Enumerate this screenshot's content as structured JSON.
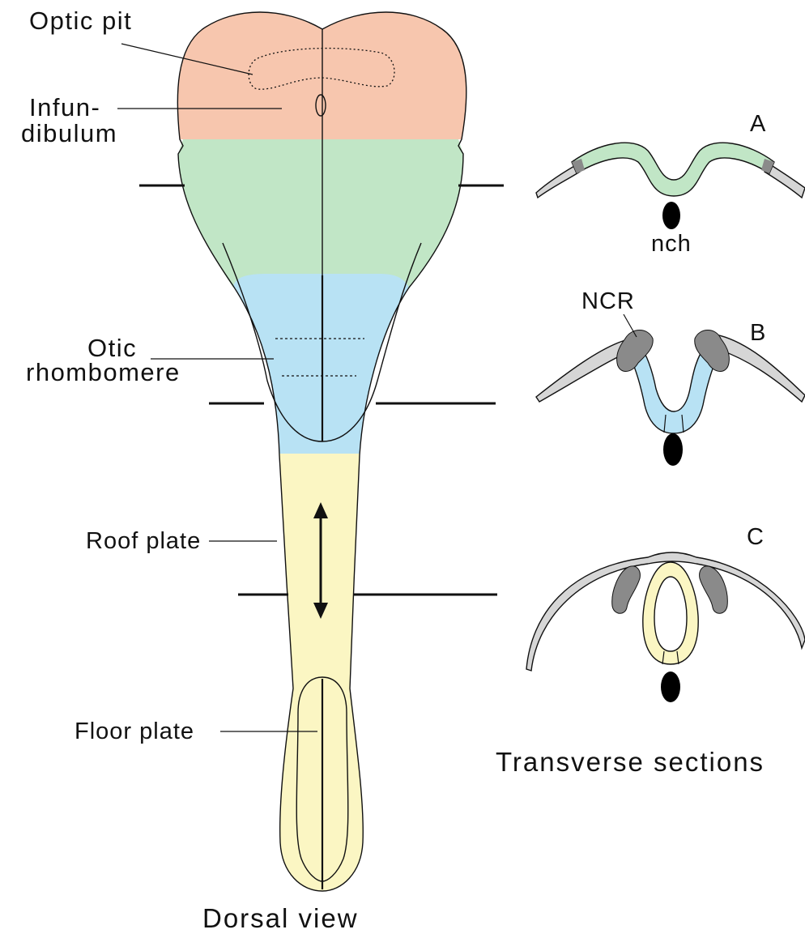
{
  "colors": {
    "forebrain": "#f7c6ae",
    "midbrain": "#c1e6c6",
    "hindbrain": "#b8e2f4",
    "spinal_cord": "#fbf6c3",
    "neural_crest": "#8a8a8a",
    "ectoderm": "#d6d6d6",
    "notochord": "#000000",
    "outline": "#111111"
  },
  "labels": {
    "optic_pit": "Optic pit",
    "infundibulum_line1": "Infun-",
    "infundibulum_line2": "dibulum",
    "otic_line1": "Otic",
    "otic_line2": "rhombomere",
    "roof_plate": "Roof plate",
    "floor_plate": "Floor plate",
    "dorsal_view": "Dorsal view",
    "section_a": "A",
    "section_b": "B",
    "section_c": "C",
    "nch": "nch",
    "ncr": "NCR",
    "transverse_sections": "Transverse sections"
  },
  "icons": {
    "arrow": "double-headed-vertical-arrow",
    "notochord": "black-ellipse"
  }
}
